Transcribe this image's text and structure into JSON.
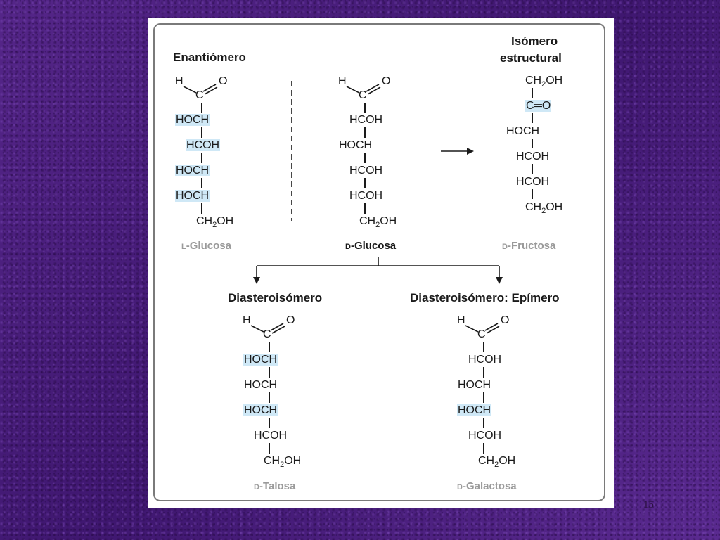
{
  "headings": {
    "enantiomer": "Enantiómero",
    "structural_line1": "Isómero",
    "structural_line2": "estructural",
    "diastereomer": "Diasteroisómero",
    "epimer": "Diasteroisómero: Epímero"
  },
  "atoms": {
    "h": "H",
    "c": "C",
    "o": "O"
  },
  "molecules": {
    "l_glucose": {
      "rows": [
        "HOCH",
        "HCOH",
        "HOCH",
        "HOCH"
      ],
      "end": "CH",
      "end_sub": "2",
      "end_tail": "OH",
      "name_prefix": "L",
      "name_rest": "-Glucosa"
    },
    "d_glucose": {
      "rows": [
        "HCOH",
        "HOCH",
        "HCOH",
        "HCOH"
      ],
      "end": "CH",
      "end_sub": "2",
      "end_tail": "OH",
      "name_prefix": "D",
      "name_rest": "-Glucosa"
    },
    "d_fructose": {
      "top": "CH",
      "top_sub": "2",
      "top_tail": "OH",
      "carbonyl": "C═O",
      "rows": [
        "HOCH",
        "HCOH",
        "HCOH"
      ],
      "end": "CH",
      "end_sub": "2",
      "end_tail": "OH",
      "name_prefix": "D",
      "name_rest": "-Fructosa"
    },
    "d_talose": {
      "rows": [
        "HOCH",
        "HOCH",
        "HOCH",
        "HCOH"
      ],
      "end": "CH",
      "end_sub": "2",
      "end_tail": "OH",
      "name_prefix": "D",
      "name_rest": "-Talosa"
    },
    "d_galactose": {
      "rows": [
        "HCOH",
        "HOCH",
        "HOCH",
        "HCOH"
      ],
      "end": "CH",
      "end_sub": "2",
      "end_tail": "OH",
      "name_prefix": "D",
      "name_rest": "-Galactosa"
    }
  },
  "page_number": "15",
  "colors": {
    "highlight": "#cfe8f6",
    "background": "#4a1f7a",
    "label_gray": "#9a9a9a"
  }
}
